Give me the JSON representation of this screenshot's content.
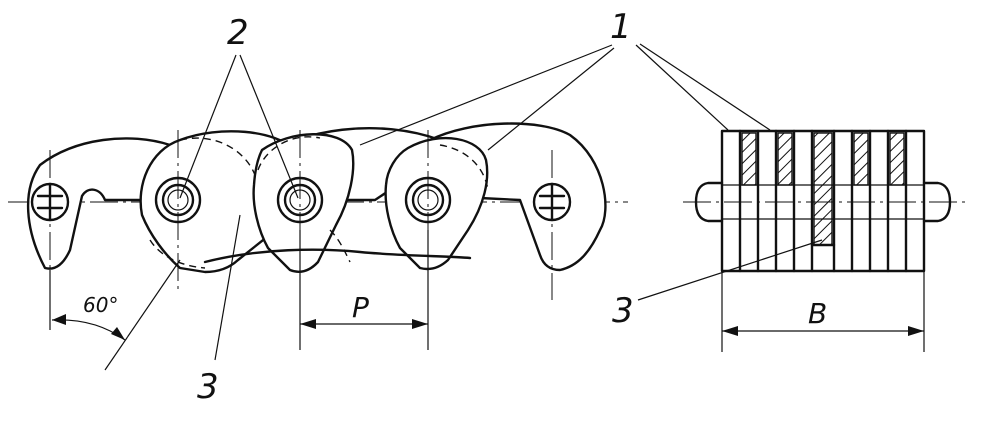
{
  "labels": {
    "plates_ref": "1",
    "axles_ref": "2",
    "insert_ref_front": "3",
    "insert_ref_side": "3",
    "pitch": "P",
    "width": "B",
    "angle": "60°"
  }
}
